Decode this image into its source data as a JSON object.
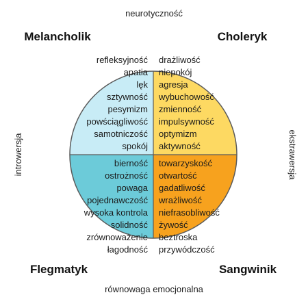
{
  "axes": {
    "top": "neurotyczność",
    "bottom": "równowaga emocjonalna",
    "left": "introwersja",
    "right": "ekstrawersja"
  },
  "colors": {
    "melancholik": "#c8ecf6",
    "choleryk": "#fdd962",
    "flegmatyk": "#6ccbd9",
    "sangwinik": "#f7a21e",
    "outline": "#5a5a5a"
  },
  "quadrants": {
    "melancholik": {
      "name": "Melancholik",
      "traits": [
        "refleksyjność",
        "apatia",
        "lęk",
        "sztywność",
        "pesymizm",
        "powściągliwość",
        "samotniczość",
        "spokój"
      ]
    },
    "choleryk": {
      "name": "Choleryk",
      "traits": [
        "drażliwość",
        "niepokój",
        "agresja",
        "wybuchowość",
        "zmienność",
        "impulsywność",
        "optymizm",
        "aktywność"
      ]
    },
    "flegmatyk": {
      "name": "Flegmatyk",
      "traits": [
        "bierność",
        "ostrożność",
        "powaga",
        "pojednawczość",
        "wysoka kontrola",
        "solidność",
        "zrównoważenie",
        "łagodność"
      ]
    },
    "sangwinik": {
      "name": "Sangwinik",
      "traits": [
        "towarzyskość",
        "otwartość",
        "gadatliwość",
        "wrażliwość",
        "niefrasobliwość",
        "żywość",
        "beztroska",
        "przywódczość"
      ]
    }
  }
}
